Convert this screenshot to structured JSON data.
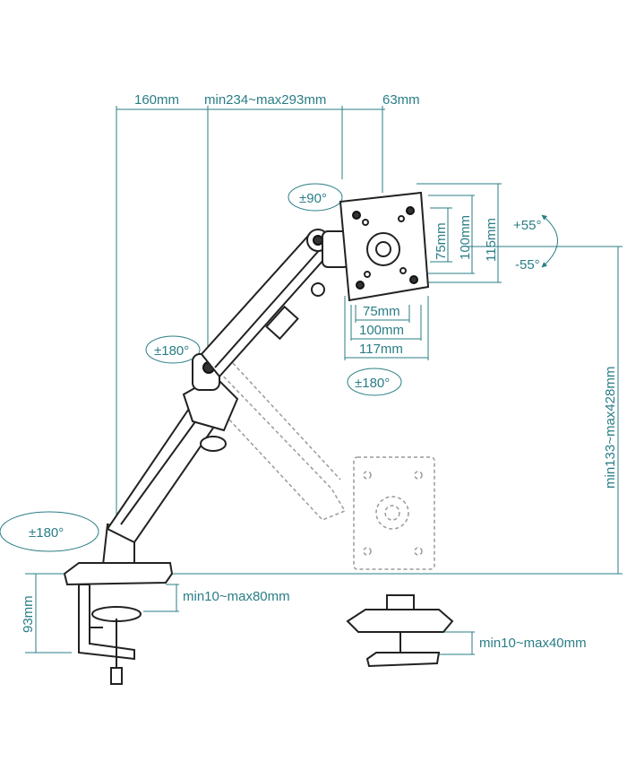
{
  "labels": {
    "arm_depth": "160mm",
    "arm_reach": "min234~max293mm",
    "vesa_offset": "63mm",
    "tilt_up": "+55°",
    "tilt_down": "-55°",
    "swivel_head": "±90°",
    "rotate_elbow": "±180°",
    "rotate_base": "±180°",
    "rotate_plate": "±180°",
    "vesa_h_75": "75mm",
    "vesa_h_100": "100mm",
    "vesa_h_117": "117mm",
    "vesa_v_75": "75mm",
    "vesa_v_100": "100mm",
    "vesa_v_115": "115mm",
    "height_range": "min133~max428mm",
    "clamp_height": "93mm",
    "clamp_range": "min10~max80mm",
    "grommet_range": "min10~max40mm"
  },
  "colors": {
    "dimension": "#2a7d86",
    "outline": "#222222",
    "ghost": "#9a9a9a"
  }
}
